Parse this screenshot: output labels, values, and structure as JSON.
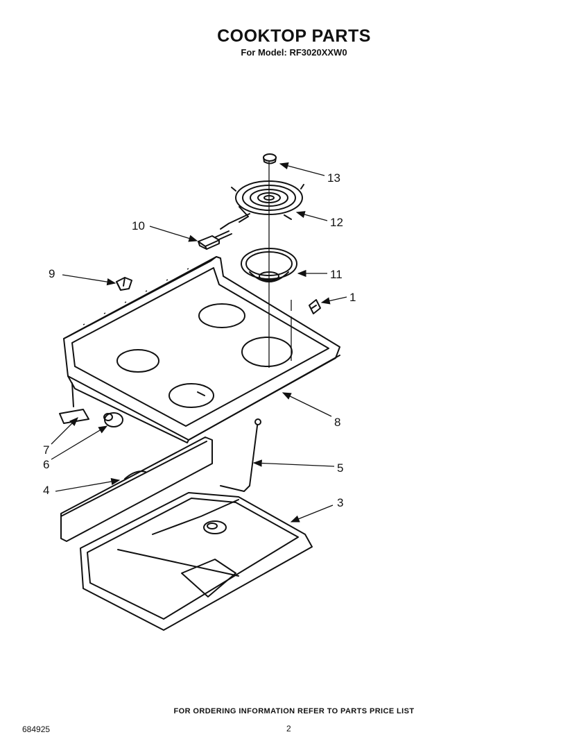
{
  "header": {
    "title": "COOKTOP PARTS",
    "subtitle": "For Model: RF3020XXW0"
  },
  "callouts": [
    "13",
    "12",
    "10",
    "11",
    "9",
    "1",
    "8",
    "7",
    "6",
    "5",
    "4",
    "3"
  ],
  "footer": {
    "note": "FOR ORDERING INFORMATION REFER TO PARTS PRICE LIST",
    "doc_number": "684925",
    "page_number": "2"
  }
}
